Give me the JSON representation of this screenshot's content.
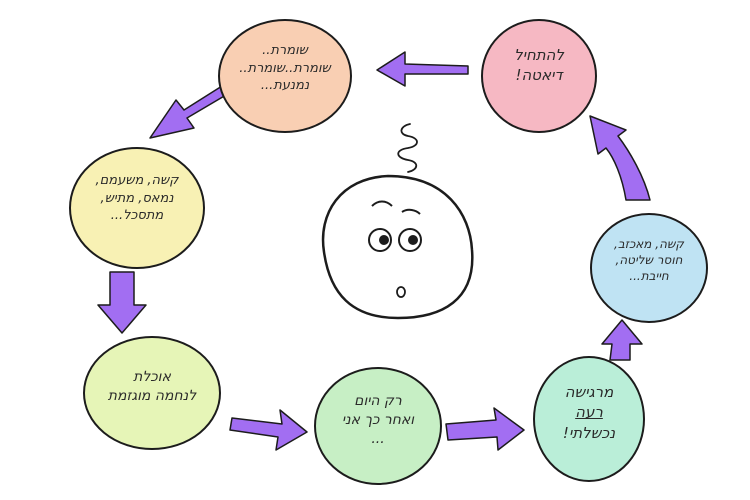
{
  "bubbles": [
    {
      "id": "start-diet",
      "lines": [
        "להתחיל",
        "דיאטה!"
      ],
      "fill": "#f6b8c3"
    },
    {
      "id": "keeping",
      "lines": [
        "שומרת..",
        "שומרת..שומרת..",
        "נמנעת..."
      ],
      "fill": "#f9cfb3"
    },
    {
      "id": "hard-bored",
      "lines": [
        "קשה, משעמם,",
        "נמאס, מתיש,",
        "מתסכל..."
      ],
      "fill": "#f8f1b4"
    },
    {
      "id": "eats-comfort",
      "lines": [
        "אוכלת",
        "לנחמה מוגזמת"
      ],
      "fill": "#e6f5b7"
    },
    {
      "id": "only-today",
      "lines": [
        "רק היום",
        "ואחר כך אני",
        "..."
      ],
      "fill": "#c7efc5"
    },
    {
      "id": "feel-lost",
      "lines": [
        "מרגישה",
        "רעה",
        "נכשלתי!"
      ],
      "fill": "#baeed8"
    },
    {
      "id": "hard-annoying",
      "lines": [
        "קשה, מאכזב,",
        "חוסר שליטה,",
        "חייבת..."
      ],
      "fill": "#bfe3f3"
    }
  ],
  "colors": {
    "arrow": "#a26ef2",
    "stroke": "#1c1c1c"
  },
  "icons": [
    "confused-face-icon",
    "dizzy-swirl-icon"
  ]
}
